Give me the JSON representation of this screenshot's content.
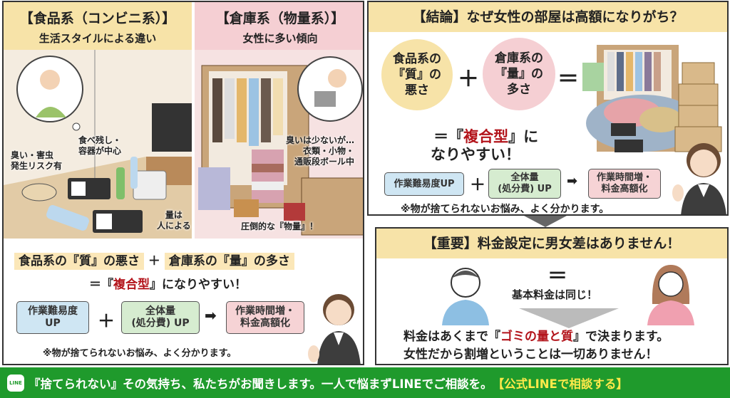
{
  "left_panel": {
    "food_column": {
      "title": "【食品系（コンビニ系）】",
      "subtitle": "生活スタイルによる違い",
      "labels": [
        "臭い・害虫\n発生リスク有",
        "食べ残し・\n容器が中心",
        "量は\n人による"
      ],
      "color": "#f7e3a8"
    },
    "storage_column": {
      "title": "【倉庫系（物量系）】",
      "subtitle": "女性に多い傾向",
      "labels": [
        "臭いは少ないが…\n衣類・小物・\n通販段ボール中",
        "圧倒的な『物量』！"
      ],
      "color": "#f5cfd3"
    },
    "summary": {
      "term1": "食品系の『質』の悪さ",
      "plus": "＋",
      "term2": "倉庫系の『量』の多さ",
      "result_prefix": "＝『",
      "result_keyword": "複合型",
      "result_suffix": "』になりやすい！",
      "box1": "作業難易度\nUP",
      "box2": "全体量\n(処分費) UP",
      "arrow": "➡",
      "box3": "作業時間増・\n料金高額化",
      "note": "※物が捨てられないお悩み、よく分かります。"
    }
  },
  "conclusion_panel": {
    "title": "【結論】なぜ女性の部屋は高額になりがち？",
    "circle1": "食品系の\n『質』の\n悪さ",
    "plus": "＋",
    "circle2": "倉庫系の\n『量』の\n多さ",
    "equals": "＝",
    "result_prefix": "＝『",
    "result_keyword": "複合型",
    "result_suffix": "』に\nなりやすい！",
    "box1": "作業難易度UP",
    "box2": "全体量\n(処分費) UP",
    "arrow": "➡",
    "box3": "作業時間増・\n料金高額化",
    "note": "※物が捨てられないお悩み、よく分かります。"
  },
  "important_panel": {
    "title": "【重要】料金設定に男女差はありません！",
    "equals": "＝",
    "same_price": "基本料金は同じ！",
    "line1_prefix": "料金はあくまで『",
    "line1_keyword": "ゴミの量と質",
    "line1_suffix": "』で決まります。",
    "line2": "女性だから割増ということは一切ありません！"
  },
  "footer": {
    "icon_text": "LINE",
    "message": "『捨てられない』その気持ち、私たちがお聞きします。一人で悩まずLINEでご相談を。",
    "cta": "【公式LINEで相談する】",
    "color": "#1f9a2c",
    "cta_color": "#ffe94a"
  },
  "colors": {
    "yellow": "#f7e3a8",
    "pink": "#f5cfd3",
    "blue_box": "#cfe6f3",
    "green_box": "#d6ecd0",
    "pink_box": "#f6d3d5",
    "accent_red": "#b3141b"
  }
}
